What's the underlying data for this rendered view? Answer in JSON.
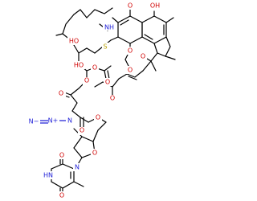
{
  "labels": {
    "o_top": "O",
    "oh_top": "OH",
    "nh": "NH",
    "ho_1": "HO",
    "ho_2": "HO",
    "s": "S",
    "o_furan": "O",
    "o_ring": "O",
    "o_ring2": "O",
    "o_acetoxy": "O",
    "o_ester1": "O",
    "o_ester2": "O",
    "o_carbonyl1": "O",
    "o_carbonyl2": "O",
    "o_carbonyl3": "O",
    "o_methoxy": "O",
    "o_ester3": "O",
    "o_ester4": "O",
    "o_sugar": "O",
    "o_pyrim1": "O",
    "o_pyrim2": "O",
    "nh_pyrim": "HN",
    "n_pyrim": "N",
    "azide": "N=N+=N−",
    "n1": "N",
    "n2": "N+",
    "n3": "N−"
  },
  "colors": {
    "oxygen": "#d00000",
    "nitrogen": "#2020d8",
    "sulfur": "#b8a000",
    "carbon": "#000000"
  }
}
